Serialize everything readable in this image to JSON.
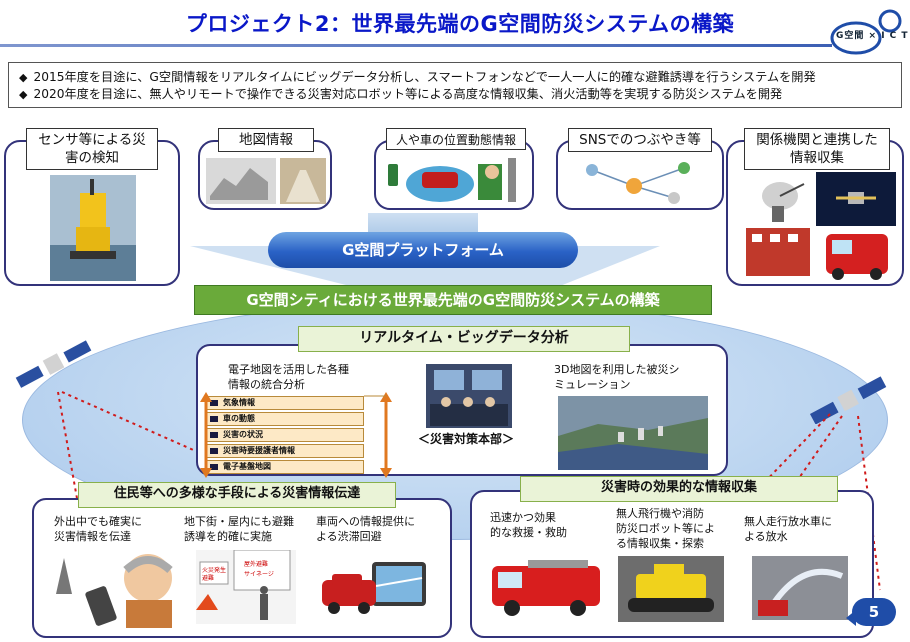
{
  "header": {
    "title": "プロジェクト2：世界最先端のG空間防災システムの構築",
    "logo_text": "G空間 × I C T"
  },
  "objectives": [
    "2015年度を目途に、G空間情報をリアルタイムにビッグデータ分析し、スマートフォンなどで一人一人に的確な避難誘導を行うシステムを開発",
    "2020年度を目途に、無人やリモートで操作できる災害対応ロボット等による高度な情報収集、消火活動等を実現する防災システムを開発"
  ],
  "bullet_glyph": "◆",
  "inputs": {
    "sensor": "センサ等による災害の検知",
    "sensor_line1": "センサ等による災",
    "sensor_line2": "害の検知",
    "map": "地図情報",
    "location": "人や車の位置動態情報",
    "sns": "SNSでのつぶやき等",
    "agency_line1": "関係機関と連携した",
    "agency_line2": "情報収集"
  },
  "platform": {
    "label": "G空間プラットフォーム",
    "system_title": "G空間シティにおける世界最先端のG空間防災システムの構築"
  },
  "analysis": {
    "label": "リアルタイム・ビッグデータ分析",
    "integration_line1": "電子地図を活用した各種",
    "integration_line2": "情報の統合分析",
    "layers": [
      "気象情報",
      "車の動態",
      "災害の状況",
      "災害時要援護者情報",
      "電子基盤地図"
    ],
    "hq_label": "＜災害対策本部＞",
    "sim_line1": "3D地図を利用した被災シ",
    "sim_line2": "ミュレーション"
  },
  "residents": {
    "label": "住民等への多様な手段による災害情報伝達",
    "items": [
      {
        "line1": "外出中でも確実に",
        "line2": "災害情報を伝達"
      },
      {
        "line1": "地下街・屋内にも避難",
        "line2": "誘導を的確に実施"
      },
      {
        "line1": "車両への情報提供に",
        "line2": "よる渋滞回避"
      }
    ]
  },
  "collection": {
    "label": "災害時の効果的な情報収集",
    "items": [
      {
        "line1": "迅速かつ効果",
        "line2": "的な救援・救助",
        "line3": ""
      },
      {
        "line1": "無人飛行機や消防",
        "line2": "防災ロボット等によ",
        "line3": "る情報収集・探索"
      },
      {
        "line1": "無人走行放水車に",
        "line2": "よる放水",
        "line3": ""
      }
    ]
  },
  "sign_text": {
    "line1": "火災発生",
    "line2": "避難",
    "line3": "屋外避難",
    "line4": "サイネージ"
  },
  "page_number": "5",
  "colors": {
    "title": "#0a18c8",
    "platform": "#2a62c6",
    "green": "#6aaa3a",
    "box_border": "#33337a",
    "ellipse": "#bcd5f0"
  }
}
